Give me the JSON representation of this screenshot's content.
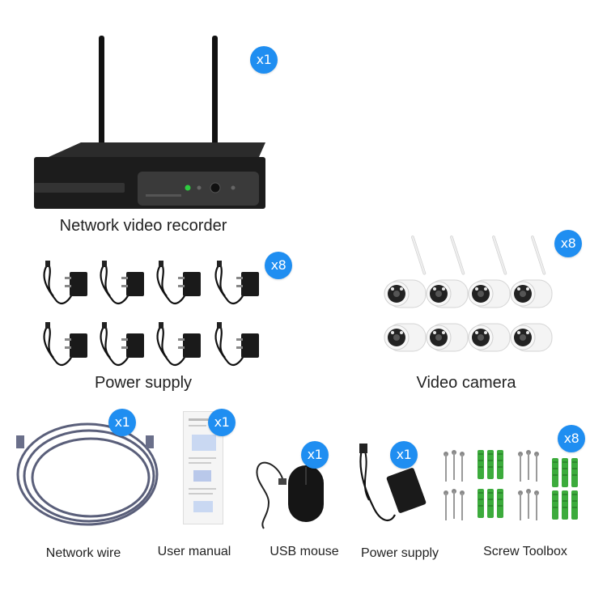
{
  "items": {
    "nvr": {
      "label": "Network video recorder",
      "qty": "x1"
    },
    "power_supply_set": {
      "label": "Power supply",
      "qty": "x8"
    },
    "video_camera": {
      "label": "Video camera",
      "qty": "x8"
    },
    "network_wire": {
      "label": "Network wire",
      "qty": "x1"
    },
    "user_manual": {
      "label": "User manual",
      "qty": "x1"
    },
    "usb_mouse": {
      "label": "USB mouse",
      "qty": "x1"
    },
    "power_supply_single": {
      "label": "Power supply",
      "qty": "x1"
    },
    "screw_toolbox": {
      "label": "Screw Toolbox",
      "qty": "x8"
    }
  },
  "colors": {
    "badge": "#1f8ef1",
    "nvr_body": "#1c1c1c",
    "led_green": "#2ecc40",
    "cable": "#5a5f7a",
    "anchor_green": "#3cab3c"
  },
  "icons": [
    "nvr-image",
    "power-adapter-image",
    "bullet-camera-image",
    "ethernet-cable-image",
    "manual-image",
    "mouse-image",
    "screw-image",
    "wall-anchor-image"
  ]
}
